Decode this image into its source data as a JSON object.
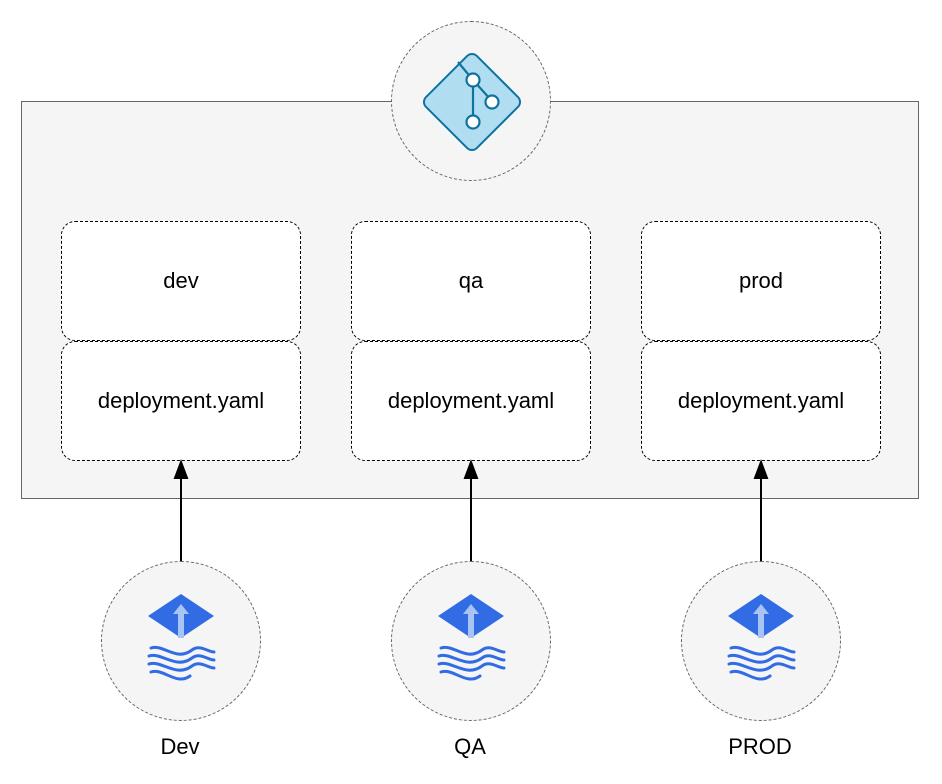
{
  "repo": {
    "icon": "git-icon",
    "folders": [
      {
        "name": "dev",
        "file": "deployment.yaml"
      },
      {
        "name": "qa",
        "file": "deployment.yaml"
      },
      {
        "name": "prod",
        "file": "deployment.yaml"
      }
    ]
  },
  "clusters": [
    {
      "label": "Dev",
      "icon": "argo-flux-icon"
    },
    {
      "label": "QA",
      "icon": "argo-flux-icon"
    },
    {
      "label": "PROD",
      "icon": "argo-flux-icon"
    }
  ],
  "colors": {
    "git_fill": "#b1ddf0",
    "git_stroke": "#10739e",
    "cluster_icon": "#326ce5",
    "cluster_icon_arrow": "#a8c4f5"
  }
}
